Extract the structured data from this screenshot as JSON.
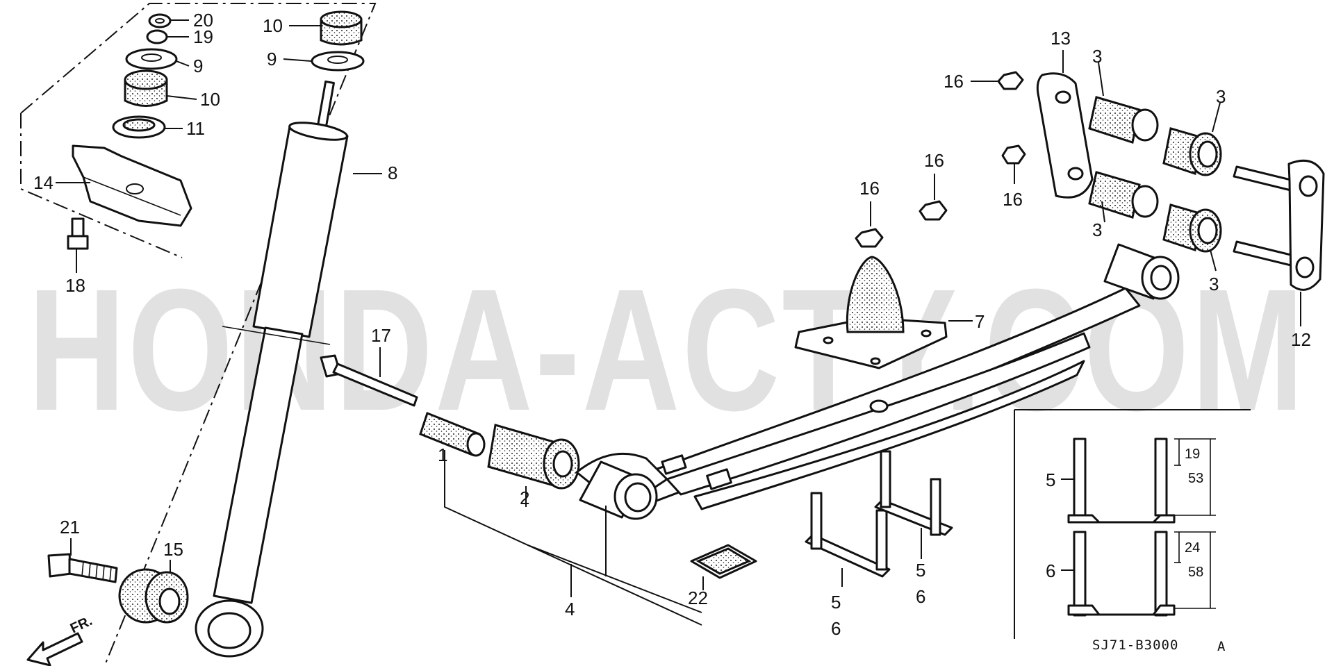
{
  "watermark": "HONDA-ACTY.COM",
  "diagram_code": "SJ71-B3000",
  "diagram_code_suffix": "A",
  "front_indicator": "FR.",
  "callouts": {
    "c1": "1",
    "c2": "2",
    "c3a": "3",
    "c3b": "3",
    "c3c": "3",
    "c3d": "3",
    "c4": "4",
    "c5a": "5",
    "c5b": "5",
    "c5c": "5",
    "c6a": "6",
    "c6b": "6",
    "c6c": "6",
    "c7": "7",
    "c8": "8",
    "c9a": "9",
    "c9b": "9",
    "c10a": "10",
    "c10b": "10",
    "c11": "11",
    "c12": "12",
    "c13": "13",
    "c14": "14",
    "c15": "15",
    "c16a": "16",
    "c16b": "16",
    "c16c": "16",
    "c16d": "16",
    "c17": "17",
    "c18": "18",
    "c19": "19",
    "c20": "20",
    "c21": "21",
    "c22": "22"
  },
  "dimensions": {
    "bolt5_thread": "19",
    "bolt5_length": "53",
    "bolt6_thread": "24",
    "bolt6_length": "58"
  }
}
